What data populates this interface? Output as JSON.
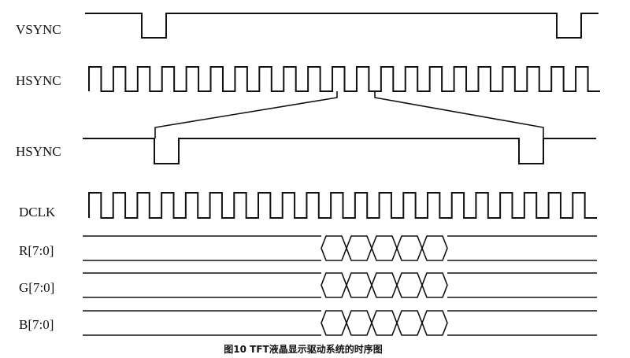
{
  "caption": "图10  TFT液晶显示驱动系统的时序图",
  "signals": {
    "vsync": "VSYNC",
    "hsync": "HSYNC",
    "hsync_zoom": "HSYNC",
    "dclk": "DCLK",
    "r": "R[7:0]",
    "g": "G[7:0]",
    "b": "B[7:0]"
  },
  "colors": {
    "line": "#111111",
    "background": "#ffffff"
  }
}
